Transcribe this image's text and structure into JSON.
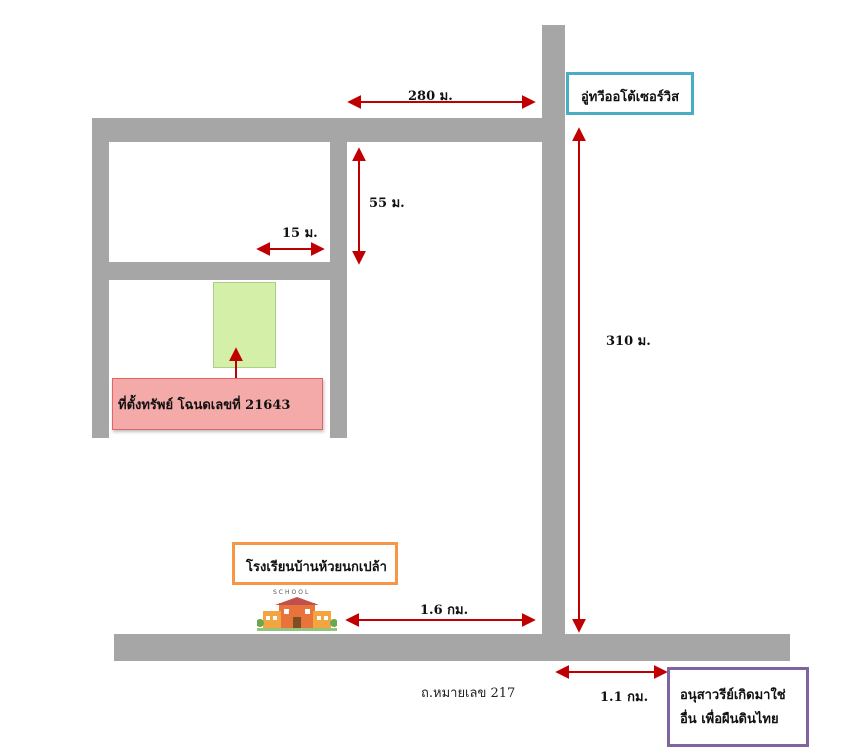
{
  "map": {
    "distances": {
      "top_road": "280 ม.",
      "vertical_short": "55 ม.",
      "small_lane": "15 ม.",
      "main_vertical": "310 ม.",
      "school_to_junction": "1.6 กม.",
      "to_monument": "1.1 กม."
    },
    "labels": {
      "garage": "อู่ทวีออโต้เซอร์วิส",
      "property": "ที่ตั้งทรัพย์ โฉนดเลขที่ 21643",
      "school": "โรงเรียนบ้านห้วยนกเปล้า",
      "school_sign": "SCHOOL",
      "highway": "ถ.หมายเลข 217",
      "monument_line1": "อนุสาวรีย์เกิดมาใช่",
      "monument_line2": "อื่น เพื่อผืนดินไทย"
    },
    "colors": {
      "road": "#a6a6a6",
      "arrow": "#c00000",
      "garage_border": "#4bacc6",
      "property_fill": "#f4aaa8",
      "property_border": "#e06666",
      "parcel_fill": "#d4f0a8",
      "school_border": "#f79646",
      "monument_border": "#8064a2"
    }
  }
}
